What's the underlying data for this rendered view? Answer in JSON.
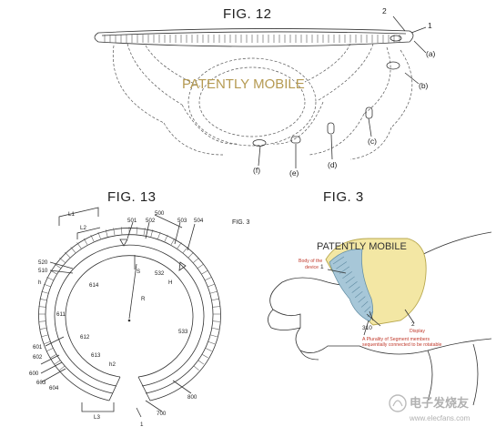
{
  "watermark_text": "PATENTLY MOBILE",
  "fig12": {
    "title": "FIG. 12",
    "refs": {
      "device": "1",
      "display": "2"
    },
    "states": [
      "(a)",
      "(b)",
      "(c)",
      "(d)",
      "(e)",
      "(f)"
    ]
  },
  "fig13": {
    "title": "FIG. 13",
    "aside": "FIG. 3",
    "labels": {
      "l1": "L1",
      "l2": "L2",
      "l3": "L3",
      "r": "R",
      "s": "S",
      "h": "H",
      "h_left": "h",
      "h2": "h2",
      "center": "1",
      "n500": "500",
      "n501": "501",
      "n502": "502",
      "n503": "503",
      "n504": "504",
      "n510": "510",
      "n520": "520",
      "n532": "532",
      "n533": "533",
      "n600": "600",
      "n601": "601",
      "n602": "602",
      "n603": "603",
      "n604": "604",
      "n611": "611",
      "n612": "612",
      "n613": "613",
      "n614": "614",
      "n700": "700",
      "n800": "800"
    }
  },
  "fig3": {
    "title": "FIG. 3",
    "body_label_line1": "Body of the",
    "body_label_line2": "device",
    "body_ref": "1",
    "display_ref": "2",
    "display_label": "Display",
    "segment_ref": "310",
    "segment_line1": "A Plurality of Segment members",
    "segment_line2": "sequentially connected to be rotatable",
    "colors": {
      "band": "#f3e7a4",
      "band_edge": "#b8a84e",
      "inner": "#a7c7d8",
      "note": "#c0392b"
    }
  },
  "footer": {
    "logo_text": "电子发烧友",
    "url": "www.elecfans.com"
  }
}
